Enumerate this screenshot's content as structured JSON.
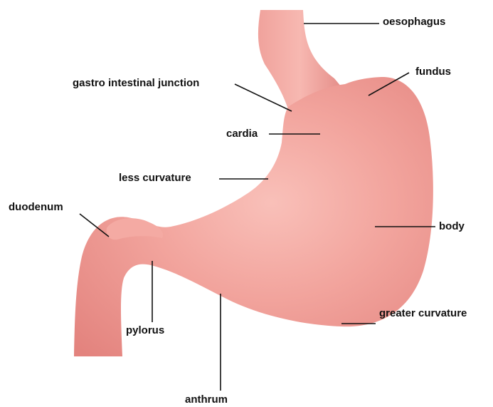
{
  "labels": {
    "oesophagus": "oesophagus",
    "fundus": "fundus",
    "gastro_intestinal_junction": "gastro intestinal junction",
    "cardia": "cardia",
    "less_curvature": "less curvature",
    "duodenum": "duodenum",
    "body": "body",
    "greater_curvature": "greater curvature",
    "pylorus": "pylorus",
    "anthrum": "anthrum"
  },
  "colors": {
    "stomach_light": "#f7b3ad",
    "stomach_mid": "#ef9a94",
    "stomach_dark": "#df7f7b",
    "leader_line": "#111111",
    "label_text": "#111111"
  }
}
